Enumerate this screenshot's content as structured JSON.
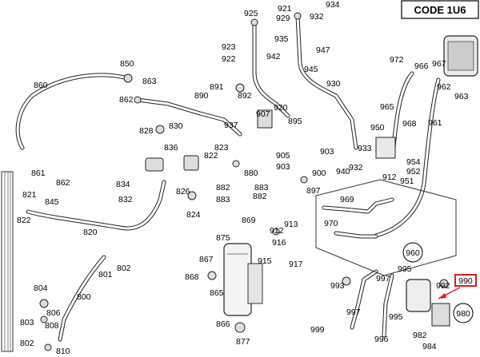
{
  "code_label": "CODE 1U6",
  "highlight": {
    "label": "990",
    "color": "#e21b1b"
  },
  "circles": [
    "960",
    "980"
  ],
  "labels": {
    "l925": "925",
    "l921": "921",
    "l929": "929",
    "l934": "934",
    "l932": "932",
    "l935": "935",
    "l947": "947",
    "l945": "945",
    "l923": "923",
    "l922": "922",
    "l942": "942",
    "l891": "891",
    "l892": "892",
    "l890": "890",
    "l930": "930",
    "l850": "850",
    "l860": "860",
    "l863": "863",
    "l862a": "862",
    "l920": "920",
    "l907": "907",
    "l895": "895",
    "l828": "828",
    "l830": "830",
    "l836": "836",
    "l937": "937",
    "l823": "823",
    "l822": "822",
    "l905": "905",
    "l903a": "903",
    "l903b": "903",
    "l900": "900",
    "l861": "861",
    "l862b": "862",
    "l834": "834",
    "l832": "832",
    "l826": "826",
    "l824": "824",
    "l880": "880",
    "l882a": "882",
    "l883a": "883",
    "l882b": "882",
    "l883b": "883",
    "l897": "897",
    "l821": "821",
    "l845": "845",
    "l822b": "822",
    "l820": "820",
    "l869": "869",
    "l913": "913",
    "l912a": "912",
    "l916": "916",
    "l875": "875",
    "l969": "969",
    "l970": "970",
    "l950": "950",
    "l933": "933",
    "l940": "940",
    "l932b": "932",
    "l954": "954",
    "l912b": "912",
    "l952": "952",
    "l951": "951",
    "l972": "972",
    "l966": "966",
    "l967": "967",
    "l962": "962",
    "l963": "963",
    "l965": "965",
    "l968": "968",
    "l961": "961",
    "l801": "801",
    "l802": "802",
    "l800": "800",
    "l804": "804",
    "l806": "806",
    "l803": "803",
    "l808": "808",
    "l802b": "802",
    "l810": "810",
    "l867": "867",
    "l868": "868",
    "l865": "865",
    "l915": "915",
    "l917": "917",
    "l866": "866",
    "l877": "877",
    "l993": "993",
    "l997a": "997",
    "l995a": "995",
    "l997b": "997",
    "l995b": "995",
    "l999": "999",
    "l996": "996",
    "l992": "992",
    "l982": "982",
    "l984": "984"
  }
}
